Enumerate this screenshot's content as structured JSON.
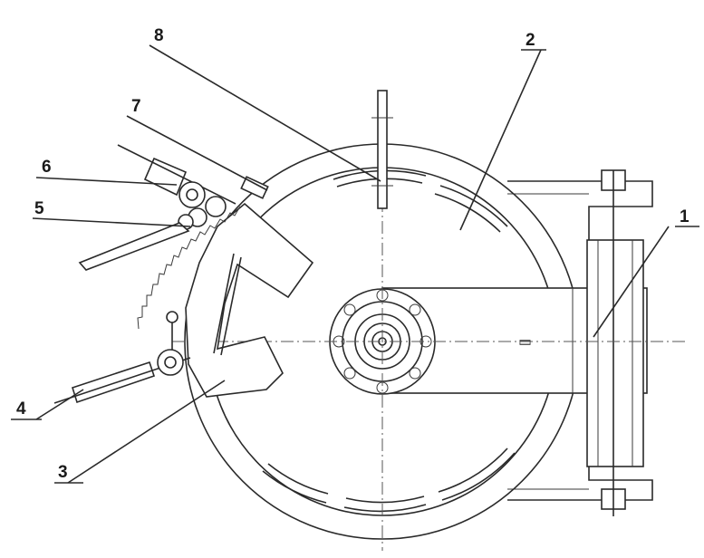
{
  "callouts": [
    {
      "id": "1",
      "label": "1"
    },
    {
      "id": "2",
      "label": "2"
    },
    {
      "id": "3",
      "label": "3"
    },
    {
      "id": "4",
      "label": "4"
    },
    {
      "id": "5",
      "label": "5"
    },
    {
      "id": "6",
      "label": "6"
    },
    {
      "id": "7",
      "label": "7"
    },
    {
      "id": "8",
      "label": "8"
    }
  ],
  "shaft_marking": "[]"
}
